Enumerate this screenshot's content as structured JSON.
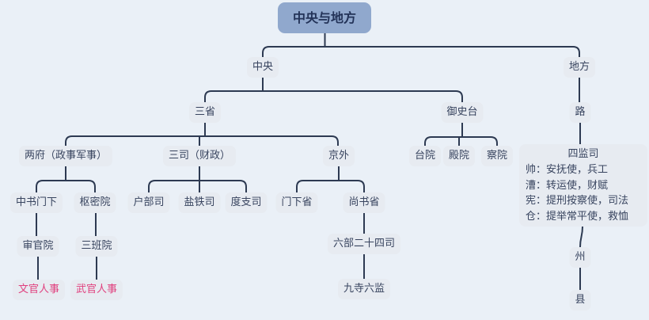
{
  "palette": {
    "background": "#eaf0f7",
    "root_fill": "#90a8cd",
    "root_text": "#233358",
    "node_fill": "#e7ebf1",
    "node_text": "#38445f",
    "line": "#2d3a52",
    "highlight_text": "#e0407e"
  },
  "nodes": {
    "root": {
      "label": "中央与地方"
    },
    "zhongyang": {
      "label": "中央"
    },
    "difang": {
      "label": "地方"
    },
    "sansheng": {
      "label": "三省"
    },
    "yushitai": {
      "label": "御史台"
    },
    "lu": {
      "label": "路"
    },
    "liangfu": {
      "label": "两府（政事军事）"
    },
    "sansi": {
      "label": "三司（财政）"
    },
    "jingwai": {
      "label": "京外"
    },
    "taiyuan": {
      "label": "台院"
    },
    "dianyuan": {
      "label": "殿院"
    },
    "chayuan": {
      "label": "察院"
    },
    "sijiansi": {
      "title": "四监司",
      "lines": [
        "帅：安抚使，兵工",
        "漕：转运使，财赋",
        "宪：提刑按察使，司法",
        "仓：提举常平使，救恤"
      ]
    },
    "zhongshumenxia": {
      "label": "中书门下"
    },
    "shumiyuan": {
      "label": "枢密院"
    },
    "hubusi": {
      "label": "户部司"
    },
    "yantiesi": {
      "label": "盐铁司"
    },
    "duzhisi": {
      "label": "度支司"
    },
    "menxiasheng": {
      "label": "门下省"
    },
    "shangshusheng": {
      "label": "尚书省"
    },
    "shenguanyuan": {
      "label": "审官院"
    },
    "sanbanyuan": {
      "label": "三班院"
    },
    "liubu": {
      "label": "六部二十四司"
    },
    "jiusi": {
      "label": "九寺六监"
    },
    "wenguan": {
      "label": "文官人事"
    },
    "wuguan": {
      "label": "武官人事"
    },
    "zhou": {
      "label": "州"
    },
    "xian": {
      "label": "县"
    }
  }
}
